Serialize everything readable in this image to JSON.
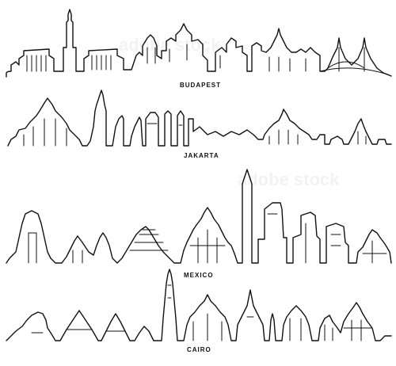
{
  "cities": [
    {
      "key": "budapest",
      "label": "BUDAPEST"
    },
    {
      "key": "jakarta",
      "label": "JAKARTA"
    },
    {
      "key": "mexico",
      "label": "MEXICO"
    },
    {
      "key": "cairo",
      "label": "CAIRO"
    }
  ],
  "stock_id": "139600810",
  "watermark": "adobe stock",
  "colors": {
    "stroke": "#111111",
    "background": "#ffffff"
  }
}
